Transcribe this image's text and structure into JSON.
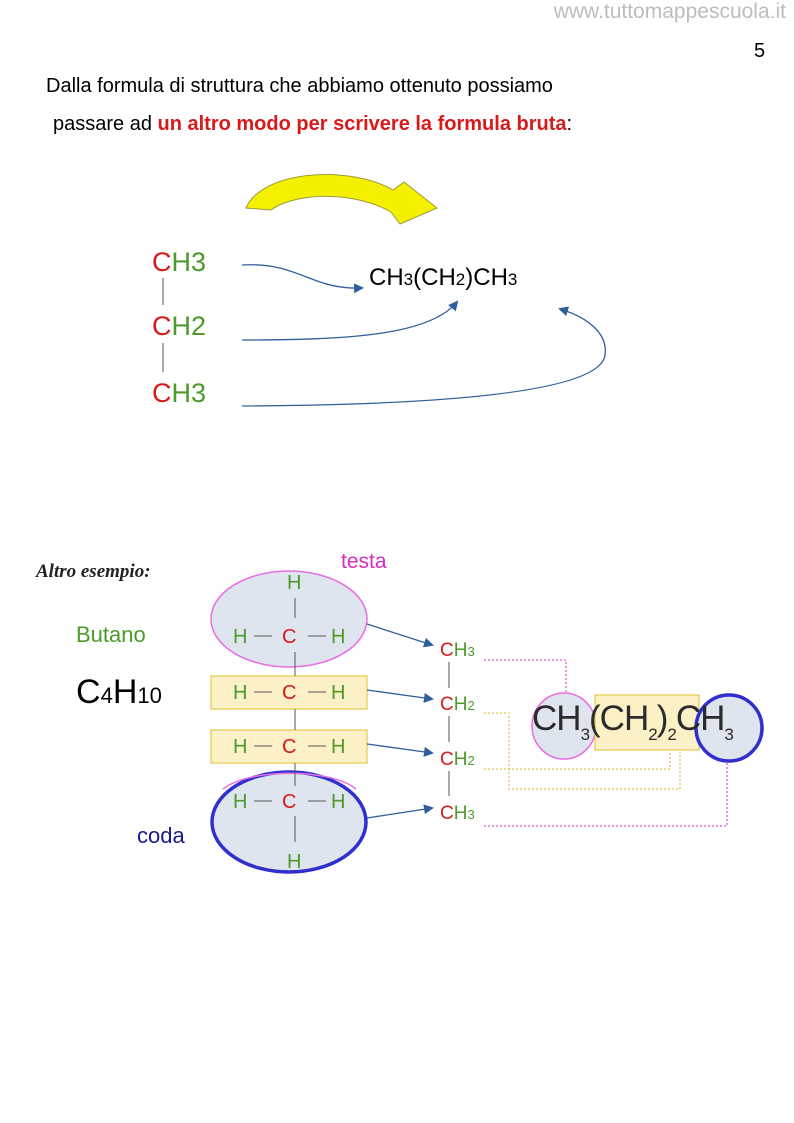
{
  "header": {
    "site": "www.tuttomappescuola.it",
    "page_number": "5"
  },
  "intro": {
    "line1": "Dalla formula di struttura che abbiamo ottenuto possiamo",
    "line2_pre": "passare ad ",
    "line2_highlight": "un altro modo per scrivere la formula bruta",
    "line2_post": ":"
  },
  "example1": {
    "groups": [
      {
        "c": "C",
        "rest": "H3"
      },
      {
        "c": "C",
        "rest": "H2"
      },
      {
        "c": "C",
        "rest": "H3"
      }
    ],
    "formula": {
      "a": "CH",
      "a_sub": "3",
      "b": "(CH",
      "b_sub": "2",
      "c": ")CH",
      "c_sub": "3"
    }
  },
  "example2": {
    "title": "Altro esempio:",
    "name": "Butano",
    "molecular": {
      "base1": "C",
      "sub1": "4",
      "base2": "H",
      "sub2": "10"
    },
    "testa": "testa",
    "coda": "coda",
    "atom_h": "H",
    "atom_c": "C",
    "condensed": [
      {
        "c": "C",
        "h": "H",
        "sub": "3"
      },
      {
        "c": "C",
        "h": "H",
        "sub": "2"
      },
      {
        "c": "C",
        "h": "H",
        "sub": "2"
      },
      {
        "c": "C",
        "h": "H",
        "sub": "3"
      }
    ],
    "big_formula": {
      "p1": "CH",
      "s1": "3",
      "p2": "(CH",
      "s2": "2",
      "p3": ")",
      "s3": "2",
      "p4": "CH",
      "s4": "3"
    }
  },
  "colors": {
    "red": "#d71a1a",
    "green": "#4d9a2a",
    "magenta": "#d62bc4",
    "navy": "#1a1a8c",
    "arrow": "#2f5f9a",
    "yellow": "#f5f000"
  }
}
